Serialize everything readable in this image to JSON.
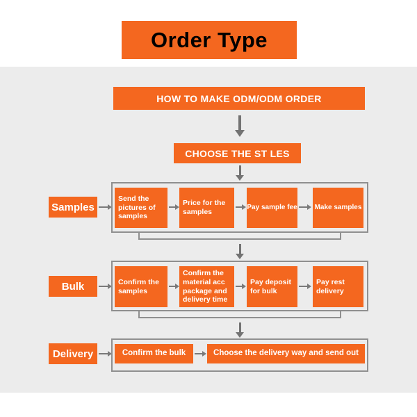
{
  "title": {
    "text": "Order Type"
  },
  "flow": {
    "header": "HOW TO MAKE ODM/ODM ORDER",
    "subheader": "CHOOSE THE ST LES",
    "rows": [
      {
        "label": "Samples",
        "steps": [
          "Send the pictures of samples",
          "Price for the samples",
          "Pay sample fee",
          "Make samples"
        ]
      },
      {
        "label": "Bulk",
        "steps": [
          "Confirm the samples",
          "Confirm the material acc package and delivery time",
          "Pay deposit for bulk",
          "Pay rest delivery"
        ]
      },
      {
        "label": "Delivery",
        "steps": [
          "Confirm the bulk",
          "Choose the delivery way and send out"
        ]
      }
    ]
  },
  "colors": {
    "accent_orange": "#F4671F",
    "canvas_gray": "#ECECEC",
    "container_border_gray": "#8F8F8F",
    "arrow_gray": "#737373",
    "text_white": "#FFFFFF"
  }
}
